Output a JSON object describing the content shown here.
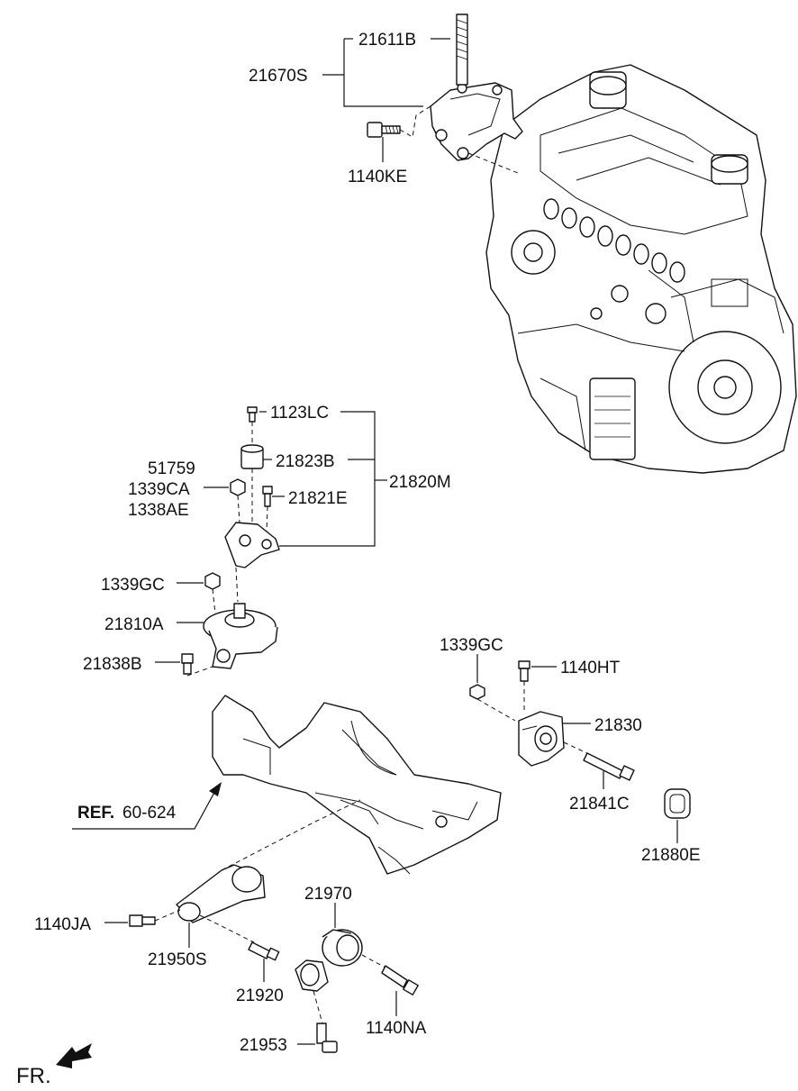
{
  "labels": {
    "p21611B": "21611B",
    "p21670S": "21670S",
    "p1140KE": "1140KE",
    "p1123LC": "1123LC",
    "p21823B": "21823B",
    "p51759": "51759",
    "p1339CA": "1339CA",
    "p1338AE": "1338AE",
    "p21821E": "21821E",
    "p21820M": "21820M",
    "p1339GC_left": "1339GC",
    "p21810A": "21810A",
    "p21838B": "21838B",
    "p1339GC_right": "1339GC",
    "p1140HT": "1140HT",
    "p21830": "21830",
    "p21841C": "21841C",
    "p21880E": "21880E",
    "ref_prefix": "REF.",
    "ref_number": "60-624",
    "p21970": "21970",
    "p1140JA": "1140JA",
    "p21950S": "21950S",
    "p21920": "21920",
    "p1140NA": "1140NA",
    "p21953": "21953",
    "fr": "FR."
  }
}
